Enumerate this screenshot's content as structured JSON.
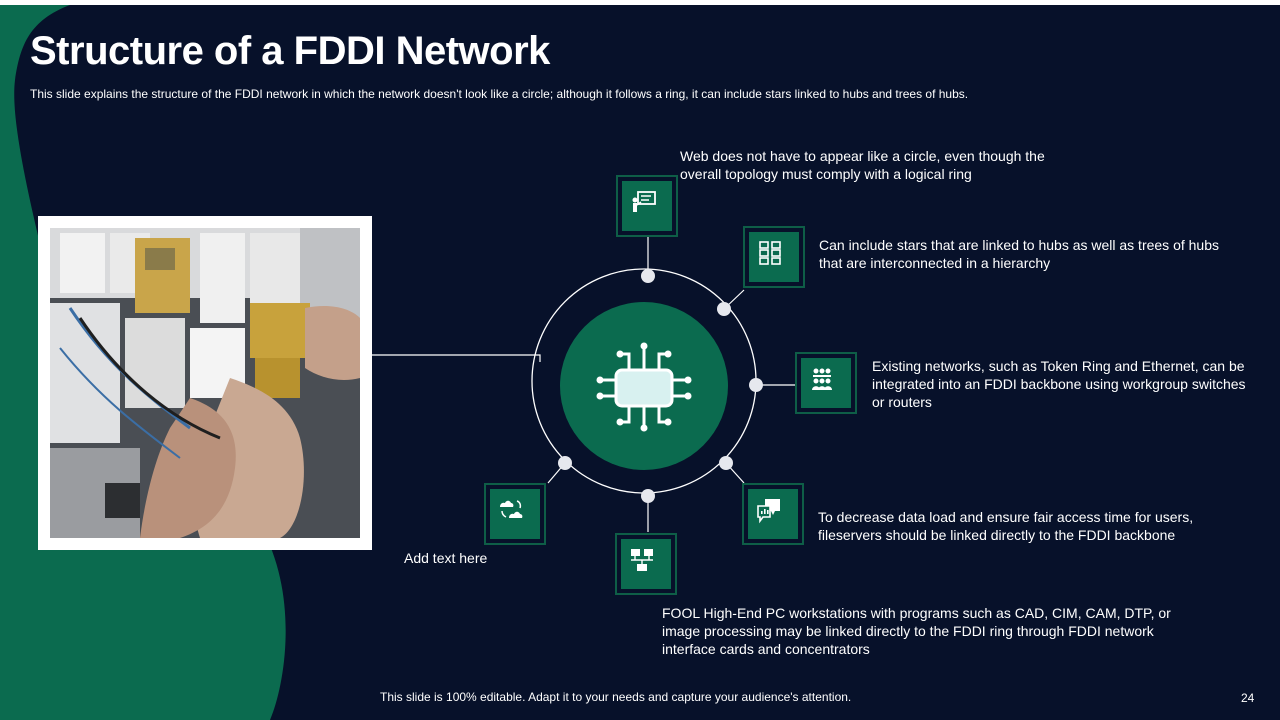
{
  "slide": {
    "title": "Structure of a FDDI Network",
    "subtitle": "This slide explains the structure of the FDDI network in which the network doesn't look like a circle; although it follows a ring, it can include stars linked to hubs and trees of hubs.",
    "footer": "This slide is 100% editable. Adapt it to your needs and capture your audience's attention.",
    "page_number": "24"
  },
  "colors": {
    "background": "#07112a",
    "accent_green": "#0b6b4f",
    "text": "#ffffff"
  },
  "diagram": {
    "center_icon": "chip-circuit-icon",
    "nodes": [
      {
        "icon": "presentation-board-icon",
        "text": "Web does not have to appear like a circle, even though the overall topology must comply with a logical ring"
      },
      {
        "icon": "server-rack-icon",
        "text": "Can include stars that are linked to hubs as well as trees of hubs that are interconnected in a hierarchy"
      },
      {
        "icon": "people-group-icon",
        "text": "Existing networks, such as Token Ring and Ethernet, can be integrated into an FDDI backbone using workgroup switches or routers"
      },
      {
        "icon": "chat-bubbles-icon",
        "text": "To decrease data load and ensure fair access time for users, fileservers should be linked directly to the FDDI backbone"
      },
      {
        "icon": "workstation-network-icon",
        "text": "FOOL High-End PC workstations with programs such as CAD, CIM, CAM, DTP, or image processing may be linked directly to the FDDI ring through FDDI network interface cards and concentrators"
      },
      {
        "icon": "cloud-sync-icon",
        "text": "Add text here"
      }
    ]
  },
  "photo": {
    "icon": "electrical-panel-photo"
  }
}
